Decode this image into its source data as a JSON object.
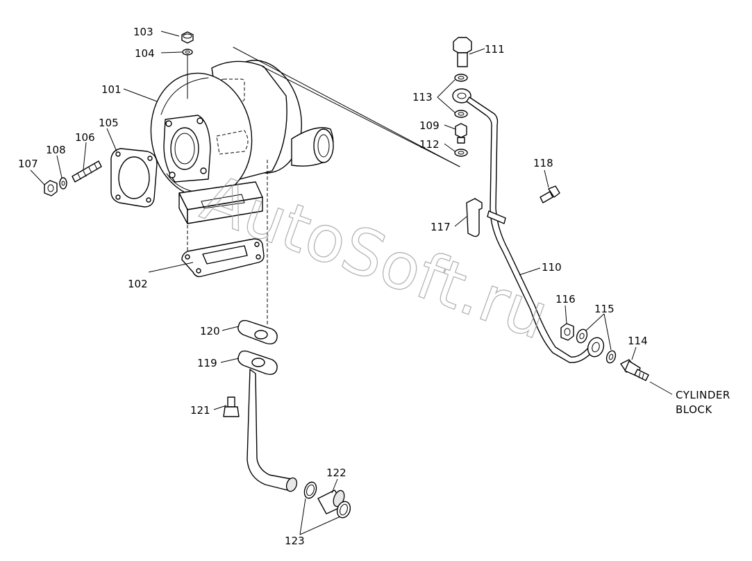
{
  "labels": {
    "p101": "101",
    "p102": "102",
    "p103": "103",
    "p104": "104",
    "p105": "105",
    "p106": "106",
    "p107": "107",
    "p108": "108",
    "p109": "109",
    "p110": "110",
    "p111": "111",
    "p112": "112",
    "p113": "113",
    "p114": "114",
    "p115": "115",
    "p116": "116",
    "p117": "117",
    "p118": "118",
    "p119": "119",
    "p120": "120",
    "p121": "121",
    "p122": "122",
    "p123": "123"
  },
  "destination": {
    "line1": "CYLINDER",
    "line2": "BLOCK"
  },
  "watermark": "AutoSoft.ru"
}
